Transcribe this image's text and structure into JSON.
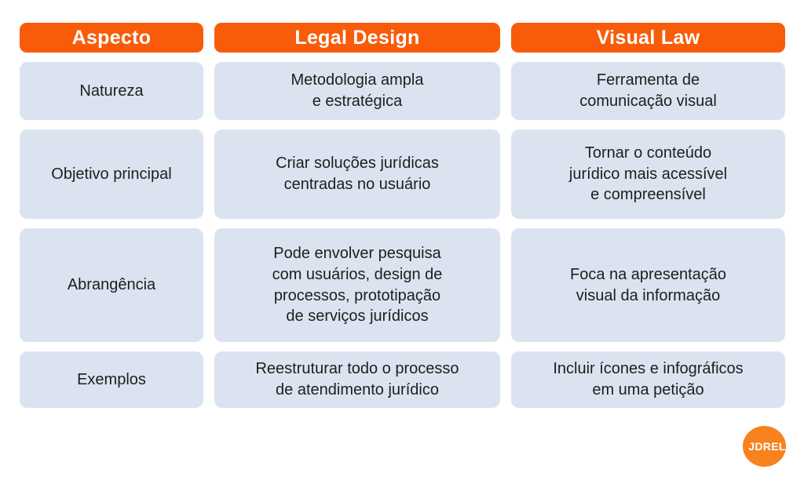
{
  "colors": {
    "accent_orange": "#F85C0A",
    "logo_orange": "#F8821E",
    "cell_background": "#DCE3F0",
    "header_text": "#FFFFFF",
    "body_text": "#1E1E1E",
    "page_background": "#FFFFFF"
  },
  "header": {
    "aspecto": "Aspecto",
    "legal_design": "Legal Design",
    "visual_law": "Visual Law"
  },
  "rows": [
    {
      "aspect": "Natureza",
      "legal_design": "Metodologia ampla\ne estratégica",
      "visual_law": "Ferramenta de\ncomunicação visual"
    },
    {
      "aspect": "Objetivo principal",
      "legal_design": "Criar soluções jurídicas\ncentradas no usuário",
      "visual_law": "Tornar o conteúdo\njurídico mais acessível\ne compreensível"
    },
    {
      "aspect": "Abrangência",
      "legal_design": "Pode envolver pesquisa\ncom usuários, design de\nprocessos, prototipação\nde serviços jurídicos",
      "visual_law": "Foca na apresentação\nvisual da informação"
    },
    {
      "aspect": "Exemplos",
      "legal_design": "Reestruturar todo o processo\nde atendimento jurídico",
      "visual_law": "Incluir ícones e infográficos\nem uma petição"
    }
  ],
  "logo": {
    "text": "JDREL"
  },
  "chart_data": {
    "type": "table",
    "columns": [
      "Aspecto",
      "Legal Design",
      "Visual Law"
    ],
    "rows": [
      [
        "Natureza",
        "Metodologia ampla e estratégica",
        "Ferramenta de comunicação visual"
      ],
      [
        "Objetivo principal",
        "Criar soluções jurídicas centradas no usuário",
        "Tornar o conteúdo jurídico mais acessível e compreensível"
      ],
      [
        "Abrangência",
        "Pode envolver pesquisa com usuários, design de processos, prototipação de serviços jurídicos",
        "Foca na apresentação visual da informação"
      ],
      [
        "Exemplos",
        "Reestruturar todo o processo de atendimento jurídico",
        "Incluir ícones e infográficos em uma petição"
      ]
    ],
    "title": "",
    "legend": false,
    "notes": "Comparison infographic: Legal Design vs Visual Law; orange header pills, lavender body cells"
  }
}
